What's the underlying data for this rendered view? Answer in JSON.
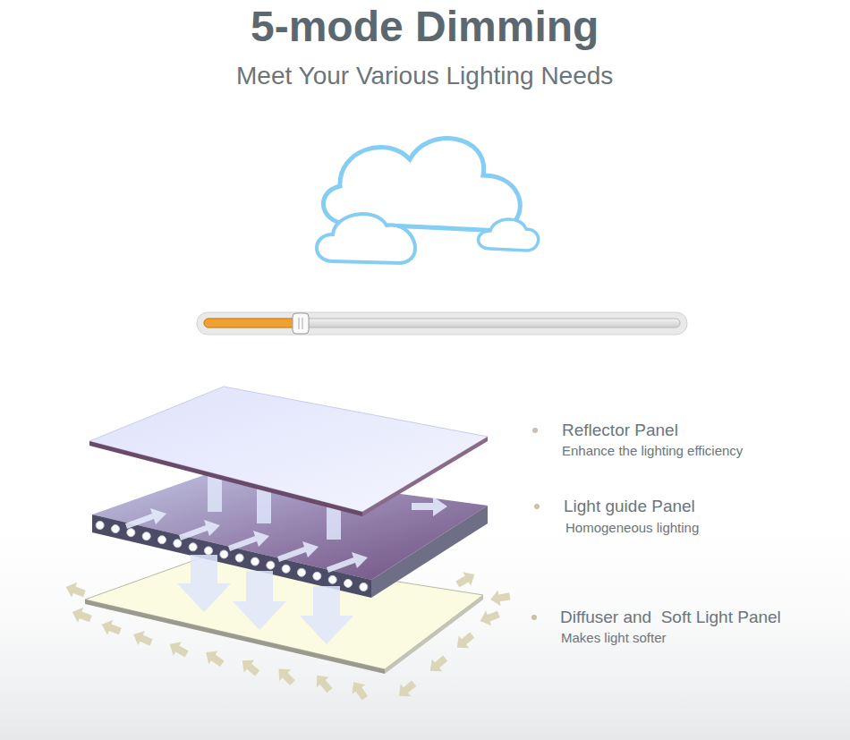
{
  "diagram": {
    "title": "5-mode Dimming",
    "labels": [
      "Meet Your Various Lighting Needs",
      "Reflector Panel",
      "Enhance the lighting efficiency",
      "Light guide Panel",
      "Homogeneous lighting",
      "Diffuser and  Soft Light Panel",
      "Makes light softer"
    ]
  }
}
